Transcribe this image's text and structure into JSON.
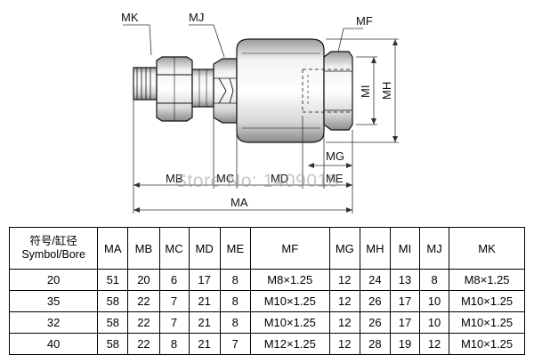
{
  "watermark": "Store No: 1409018",
  "drawing_labels": {
    "mk": "MK",
    "mj": "MJ",
    "mf": "MF",
    "mi": "MI",
    "mh": "MH",
    "mg": "MG",
    "mb": "MB",
    "mc": "MC",
    "md": "MD",
    "me": "ME",
    "ma": "MA"
  },
  "table": {
    "header_cn": "符号/缸径",
    "header_en": "Symbol/Bore",
    "columns": [
      "MA",
      "MB",
      "MC",
      "MD",
      "ME",
      "MF",
      "MG",
      "MH",
      "MI",
      "MJ",
      "MK"
    ],
    "rows": [
      [
        "20",
        "51",
        "20",
        "6",
        "17",
        "8",
        "M8×1.25",
        "12",
        "24",
        "13",
        "8",
        "M8×1.25"
      ],
      [
        "35",
        "58",
        "22",
        "7",
        "21",
        "8",
        "M10×1.25",
        "12",
        "26",
        "17",
        "10",
        "M10×1.25"
      ],
      [
        "32",
        "58",
        "22",
        "7",
        "21",
        "8",
        "M10×1.25",
        "12",
        "26",
        "17",
        "10",
        "M10×1.25"
      ],
      [
        "40",
        "58",
        "22",
        "8",
        "21",
        "7",
        "M12×1.25",
        "12",
        "28",
        "19",
        "12",
        "M10×1.25"
      ]
    ]
  },
  "colors": {
    "line": "#000000",
    "dim_line": "#333333",
    "watermark": "#999999"
  }
}
